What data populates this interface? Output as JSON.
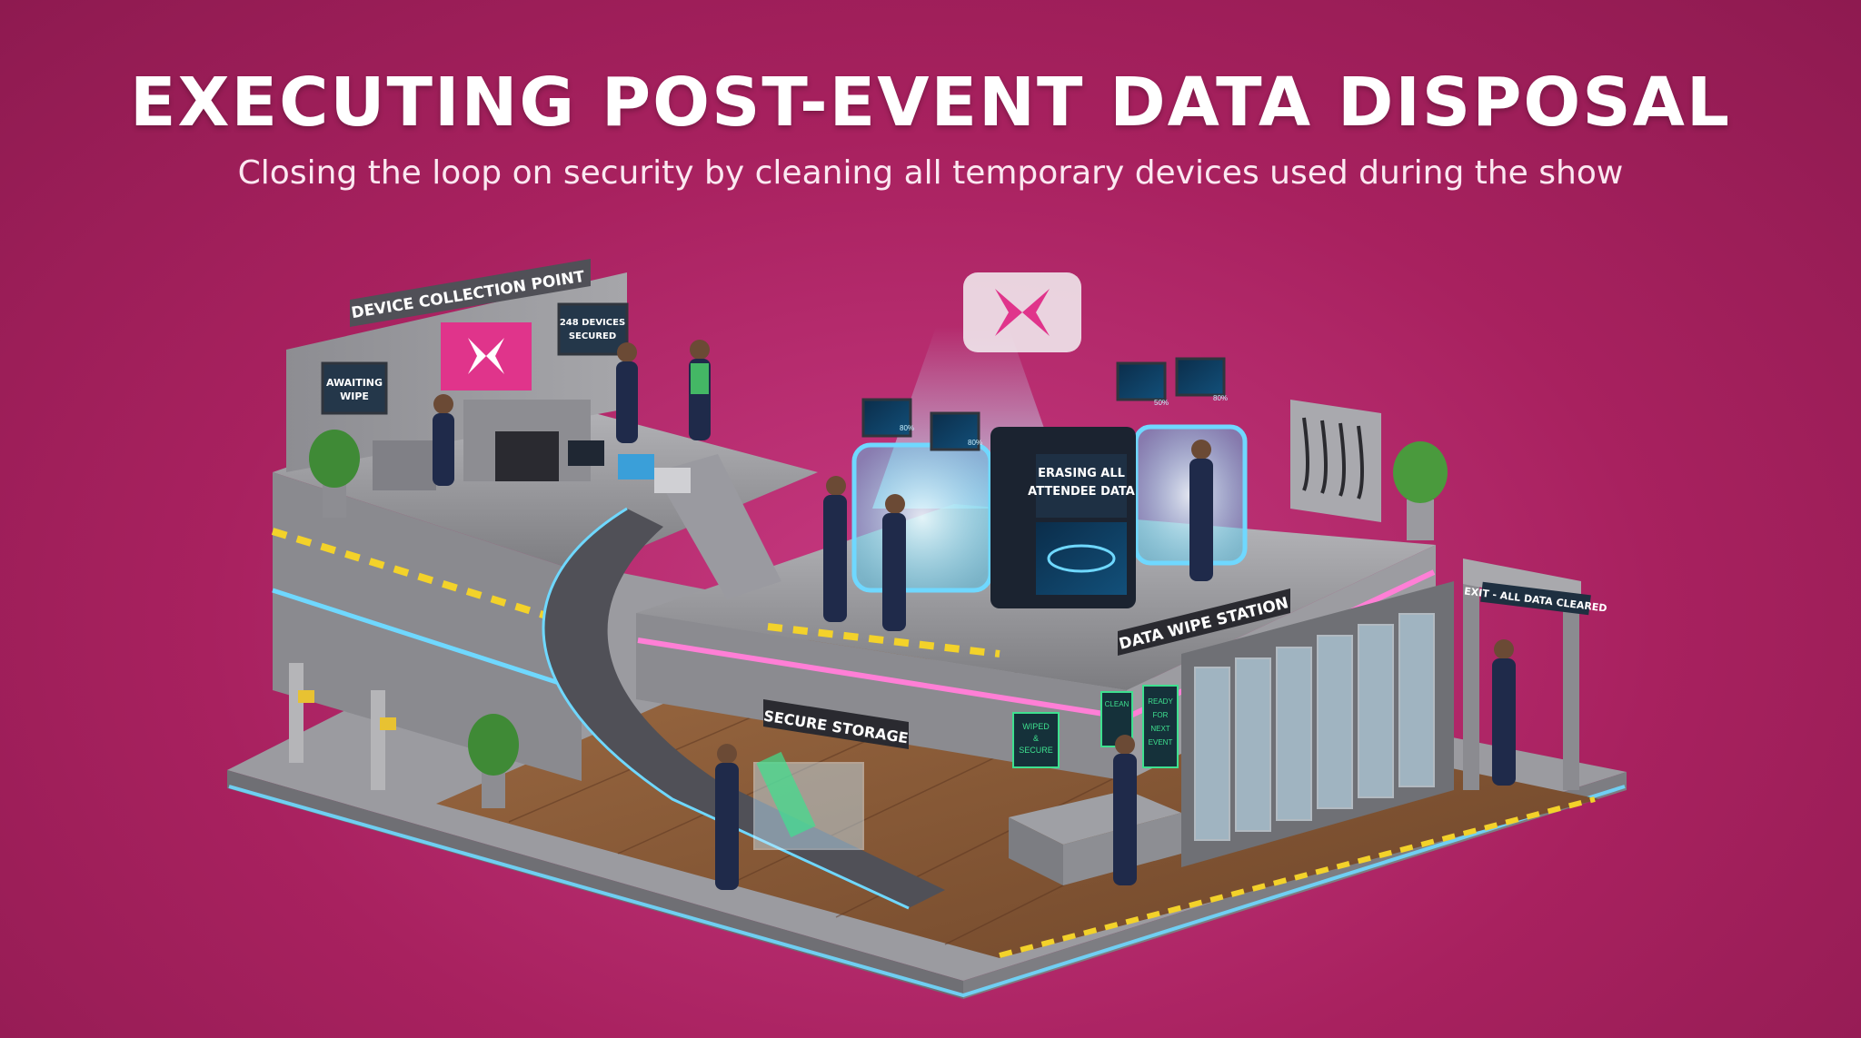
{
  "header": {
    "title": "EXECUTING POST-EVENT DATA DISPOSAL",
    "subtitle": "Closing the loop on security by cleaning all temporary devices used during the show"
  },
  "signs": {
    "collection_point": "DEVICE COLLECTION POINT",
    "awaiting_line1": "AWAITING",
    "awaiting_line2": "WIPE",
    "secured_line1": "248 DEVICES",
    "secured_line2": "SECURED",
    "erasing_line1": "ERASING ALL",
    "erasing_line2": "ATTENDEE DATA",
    "wipe_station": "DATA WIPE STATION",
    "secure_storage": "SECURE STORAGE",
    "exit": "EXIT - ALL DATA CLEARED",
    "wiped_line1": "WIPED",
    "wiped_line2": "&",
    "wiped_line3": "SECURE",
    "clean": "CLEAN",
    "ready_line1": "READY",
    "ready_line2": "FOR",
    "ready_line3": "NEXT",
    "ready_line4": "EVENT",
    "monitor_pct_1": "80%",
    "monitor_pct_2": "80%",
    "monitor_pct_3": "50%",
    "monitor_pct_4": "80%"
  },
  "colors": {
    "background": "#a8215f",
    "platform": "#8f8f93",
    "neon_blue": "#6fd8ff",
    "neon_pink": "#ff7fd6",
    "screen_green": "#3ee08f",
    "brand_pink": "#e0348b",
    "wood": "#8a5a36"
  }
}
